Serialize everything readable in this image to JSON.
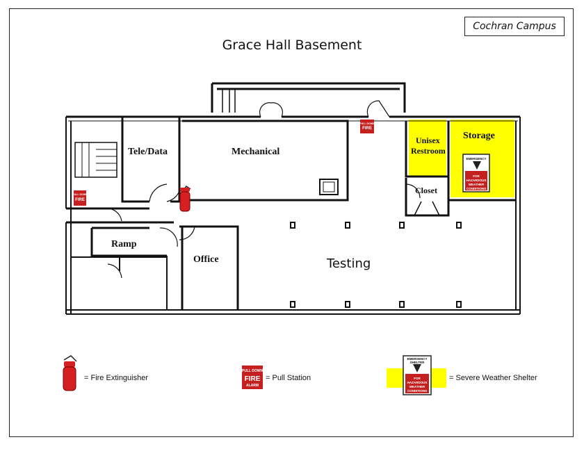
{
  "campus_label": "Cochran Campus",
  "title": "Grace Hall Basement",
  "rooms": {
    "tele_data": "Tele/Data",
    "mechanical": "Mechanical",
    "unisex_restroom_line1": "Unisex",
    "unisex_restroom_line2": "Restroom",
    "storage": "Storage",
    "closet": "Closet",
    "ramp": "Ramp",
    "office": "Office",
    "testing": "Testing"
  },
  "shelter_sign": {
    "line1": "EMERGENCY",
    "line2": "SHELTER",
    "line3": "FOR",
    "line4": "HAZARDOUS",
    "line5": "WEATHER",
    "line6": "CONDITIONS"
  },
  "pull_station_sign": {
    "top": "PULL DOWN",
    "main": "FIRE",
    "bottom": "ALARM"
  },
  "legend": {
    "fire_extinguisher": "= Fire Extinguisher",
    "pull_station": "= Pull Station",
    "severe_weather_shelter": "= Severe Weather Shelter"
  },
  "colors": {
    "shelter_highlight": "#ffff00",
    "fire_red": "#d42020",
    "wall": "#111111"
  }
}
